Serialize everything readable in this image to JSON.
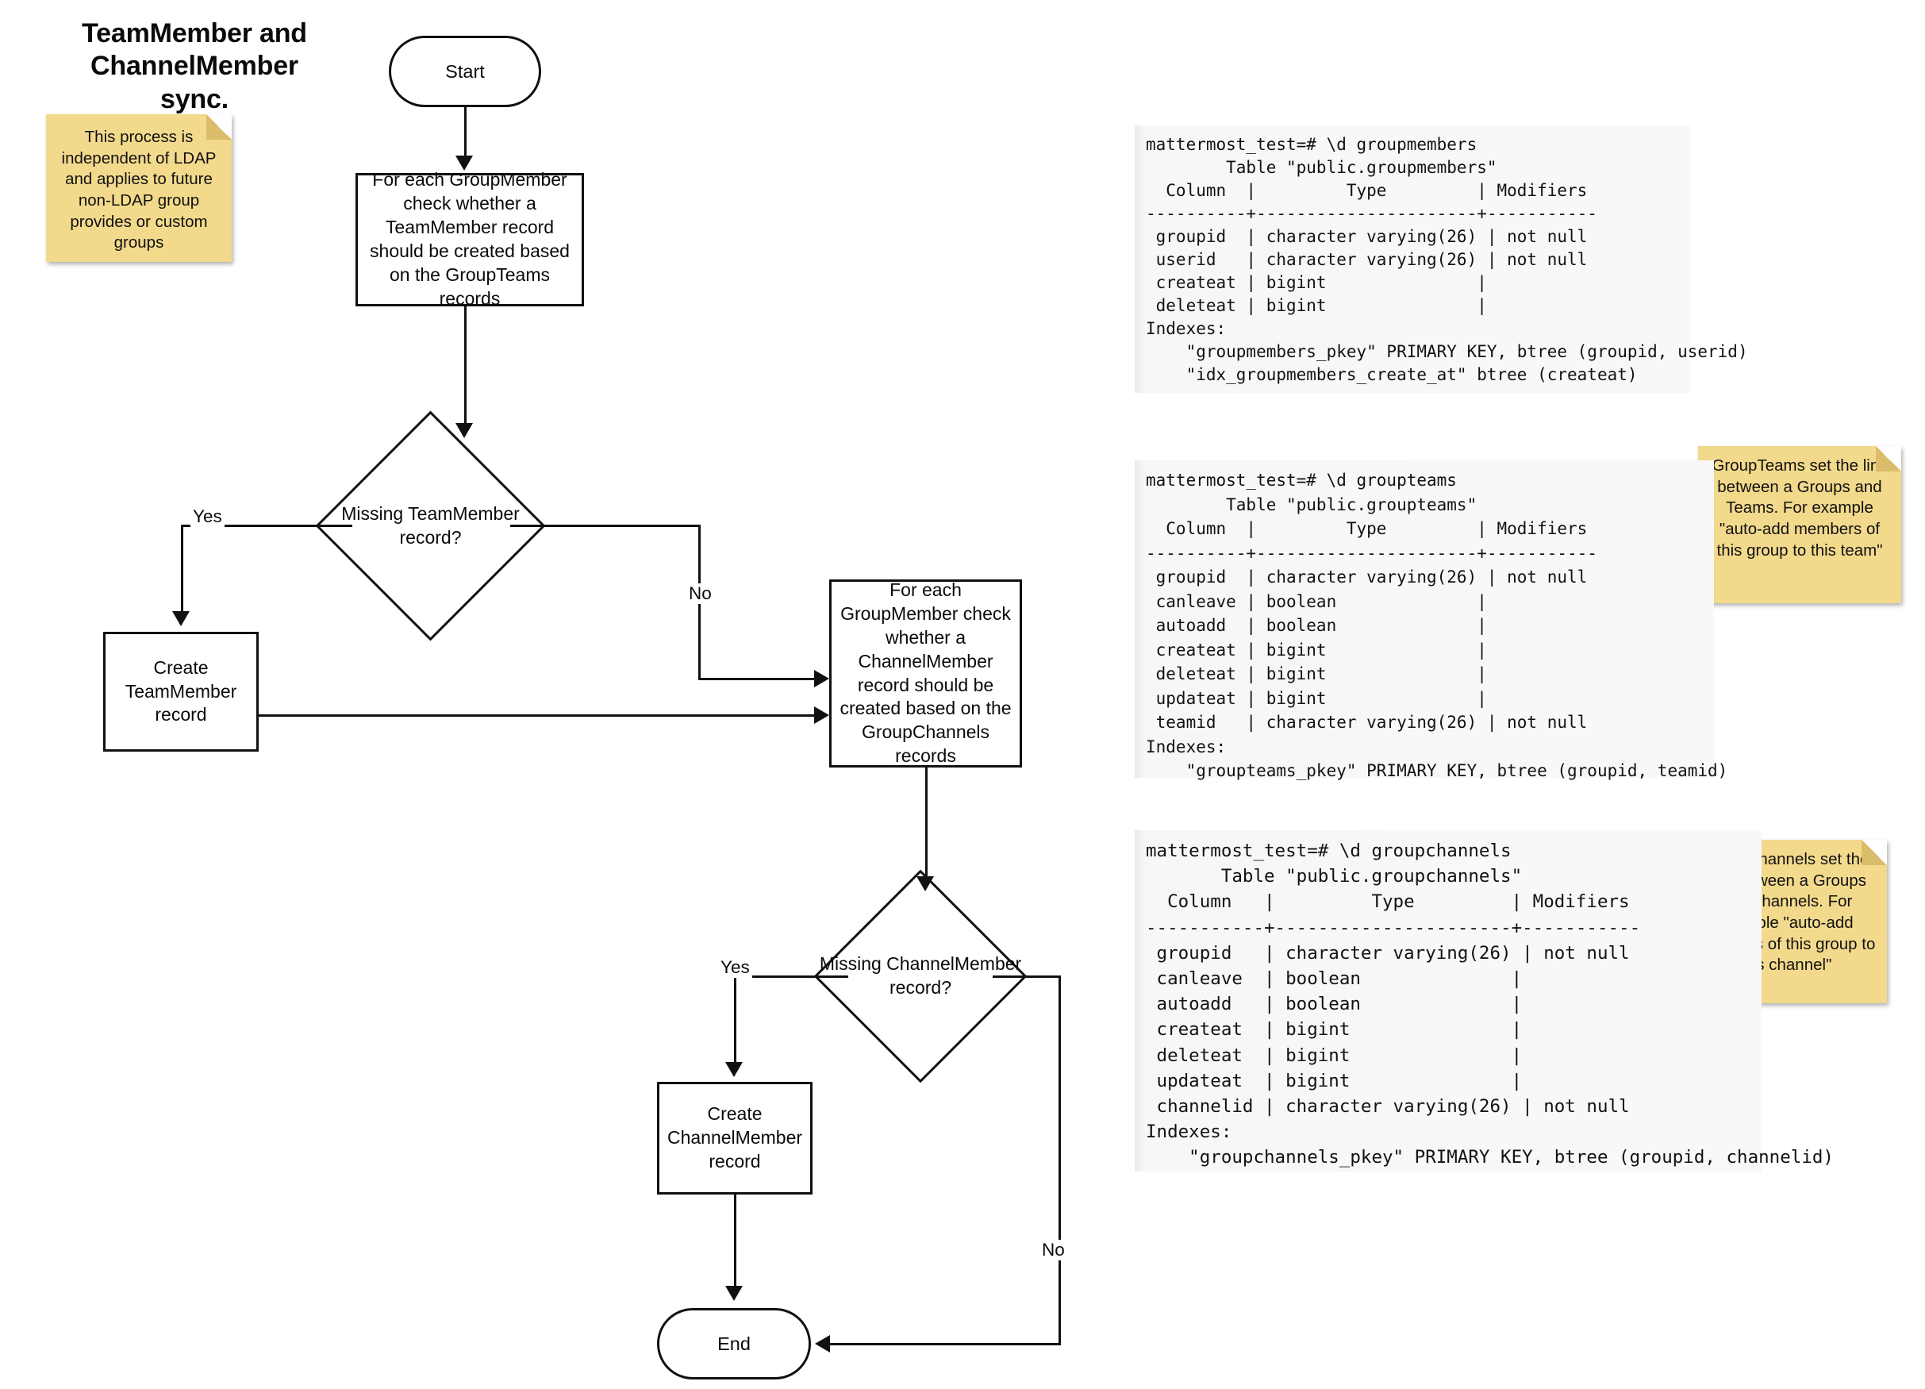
{
  "title": "TeamMember and\nChannelMember sync.",
  "title_lines": [
    "TeamMember and",
    "ChannelMember sync."
  ],
  "notes": [
    {
      "name": "ldap-note",
      "text": "This process is independent of LDAP and applies to future non-LDAP group provides or custom groups"
    },
    {
      "name": "groupteams-note",
      "text": "GroupTeams set the link between a Groups and Teams. For example \"auto-add members of this group to this team\""
    },
    {
      "name": "groupchannels-note",
      "text": "GroupChannels set the link between a Groups and Channels. For example \"auto-add members of this group to this channel\""
    }
  ],
  "flowchart": {
    "start": "Start",
    "end": "End",
    "proc_teammember": "For each GroupMember check whether a TeamMember record should be created based on the GroupTeams records",
    "dec_teammember": "Missing TeamMember record?",
    "create_teammember": "Create TeamMember record",
    "proc_channelmember": "For each GroupMember check whether a ChannelMember record should be created based on the GroupChannels records",
    "dec_channelmember": "Missing ChannelMember record?",
    "create_channelmember": "Create ChannelMember record",
    "labels": {
      "yes_teammember": "Yes",
      "no_teammember": "No",
      "yes_channelmember": "Yes",
      "no_channelmember": "No"
    }
  },
  "terminals": [
    {
      "name": "groupmembers",
      "prompt": "mattermost_test=# \\d groupmembers",
      "table_caption": "Table \"public.groupmembers\"",
      "header": " Column   |         Type         | Modifiers",
      "separator": "----------+----------------------+-----------",
      "rows": [
        " groupid  | character varying(26) | not null",
        " userid   | character varying(26) | not null",
        " createat | bigint               |",
        " deleteat | bigint               |"
      ],
      "indexes_label": "Indexes:",
      "indexes": [
        "    \"groupmembers_pkey\" PRIMARY KEY, btree (groupid, userid)",
        "    \"idx_groupmembers_create_at\" btree (createat)"
      ],
      "text": "mattermost_test=# \\d groupmembers\n        Table \"public.groupmembers\"\n  Column  |         Type         | Modifiers\n----------+----------------------+-----------\n groupid  | character varying(26) | not null\n userid   | character varying(26) | not null\n createat | bigint               |\n deleteat | bigint               |\nIndexes:\n    \"groupmembers_pkey\" PRIMARY KEY, btree (groupid, userid)\n    \"idx_groupmembers_create_at\" btree (createat)"
    },
    {
      "name": "groupteams",
      "prompt": "mattermost_test=# \\d groupteams",
      "table_caption": "Table \"public.groupteams\"",
      "header": "  Column  |         Type         | Modifiers",
      "separator": "----------+----------------------+-----------",
      "rows": [
        " groupid  | character varying(26) | not null",
        " canleave | boolean              |",
        " autoadd  | boolean              |",
        " createat | bigint               |",
        " deleteat | bigint               |",
        " updateat | bigint               |",
        " teamid   | character varying(26) | not null"
      ],
      "indexes_label": "Indexes:",
      "indexes": [
        "    \"groupteams_pkey\" PRIMARY KEY, btree (groupid, teamid)"
      ],
      "text": "mattermost_test=# \\d groupteams\n        Table \"public.groupteams\"\n  Column  |         Type         | Modifiers\n----------+----------------------+-----------\n groupid  | character varying(26) | not null\n canleave | boolean              |\n autoadd  | boolean              |\n createat | bigint               |\n deleteat | bigint               |\n updateat | bigint               |\n teamid   | character varying(26) | not null\nIndexes:\n    \"groupteams_pkey\" PRIMARY KEY, btree (groupid, teamid)"
    },
    {
      "name": "groupchannels",
      "prompt": "mattermost_test=# \\d groupchannels",
      "table_caption": "Table \"public.groupchannels\"",
      "header": "  Column   |         Type         | Modifiers",
      "separator": "-----------+----------------------+-----------",
      "rows": [
        " groupid   | character varying(26) | not null",
        " canleave  | boolean              |",
        " autoadd   | boolean              |",
        " createat  | bigint               |",
        " deleteat  | bigint               |",
        " updateat  | bigint               |",
        " channelid | character varying(26) | not null"
      ],
      "indexes_label": "Indexes:",
      "indexes": [
        "    \"groupchannels_pkey\" PRIMARY KEY, btree (groupid, channelid)"
      ],
      "text": "mattermost_test=# \\d groupchannels\n       Table \"public.groupchannels\"\n  Column   |         Type         | Modifiers\n-----------+----------------------+-----------\n groupid   | character varying(26) | not null\n canleave  | boolean              |\n autoadd   | boolean              |\n createat  | bigint               |\n deleteat  | bigint               |\n updateat  | bigint               |\n channelid | character varying(26) | not null\nIndexes:\n    \"groupchannels_pkey\" PRIMARY KEY, btree (groupid, channelid)"
    }
  ],
  "colors": {
    "note_bg": "#f2d98c",
    "note_fold": "#d9bd6a",
    "terminal_bg": "#f8f8f8",
    "stroke": "#111111",
    "page_bg": "#ffffff"
  }
}
